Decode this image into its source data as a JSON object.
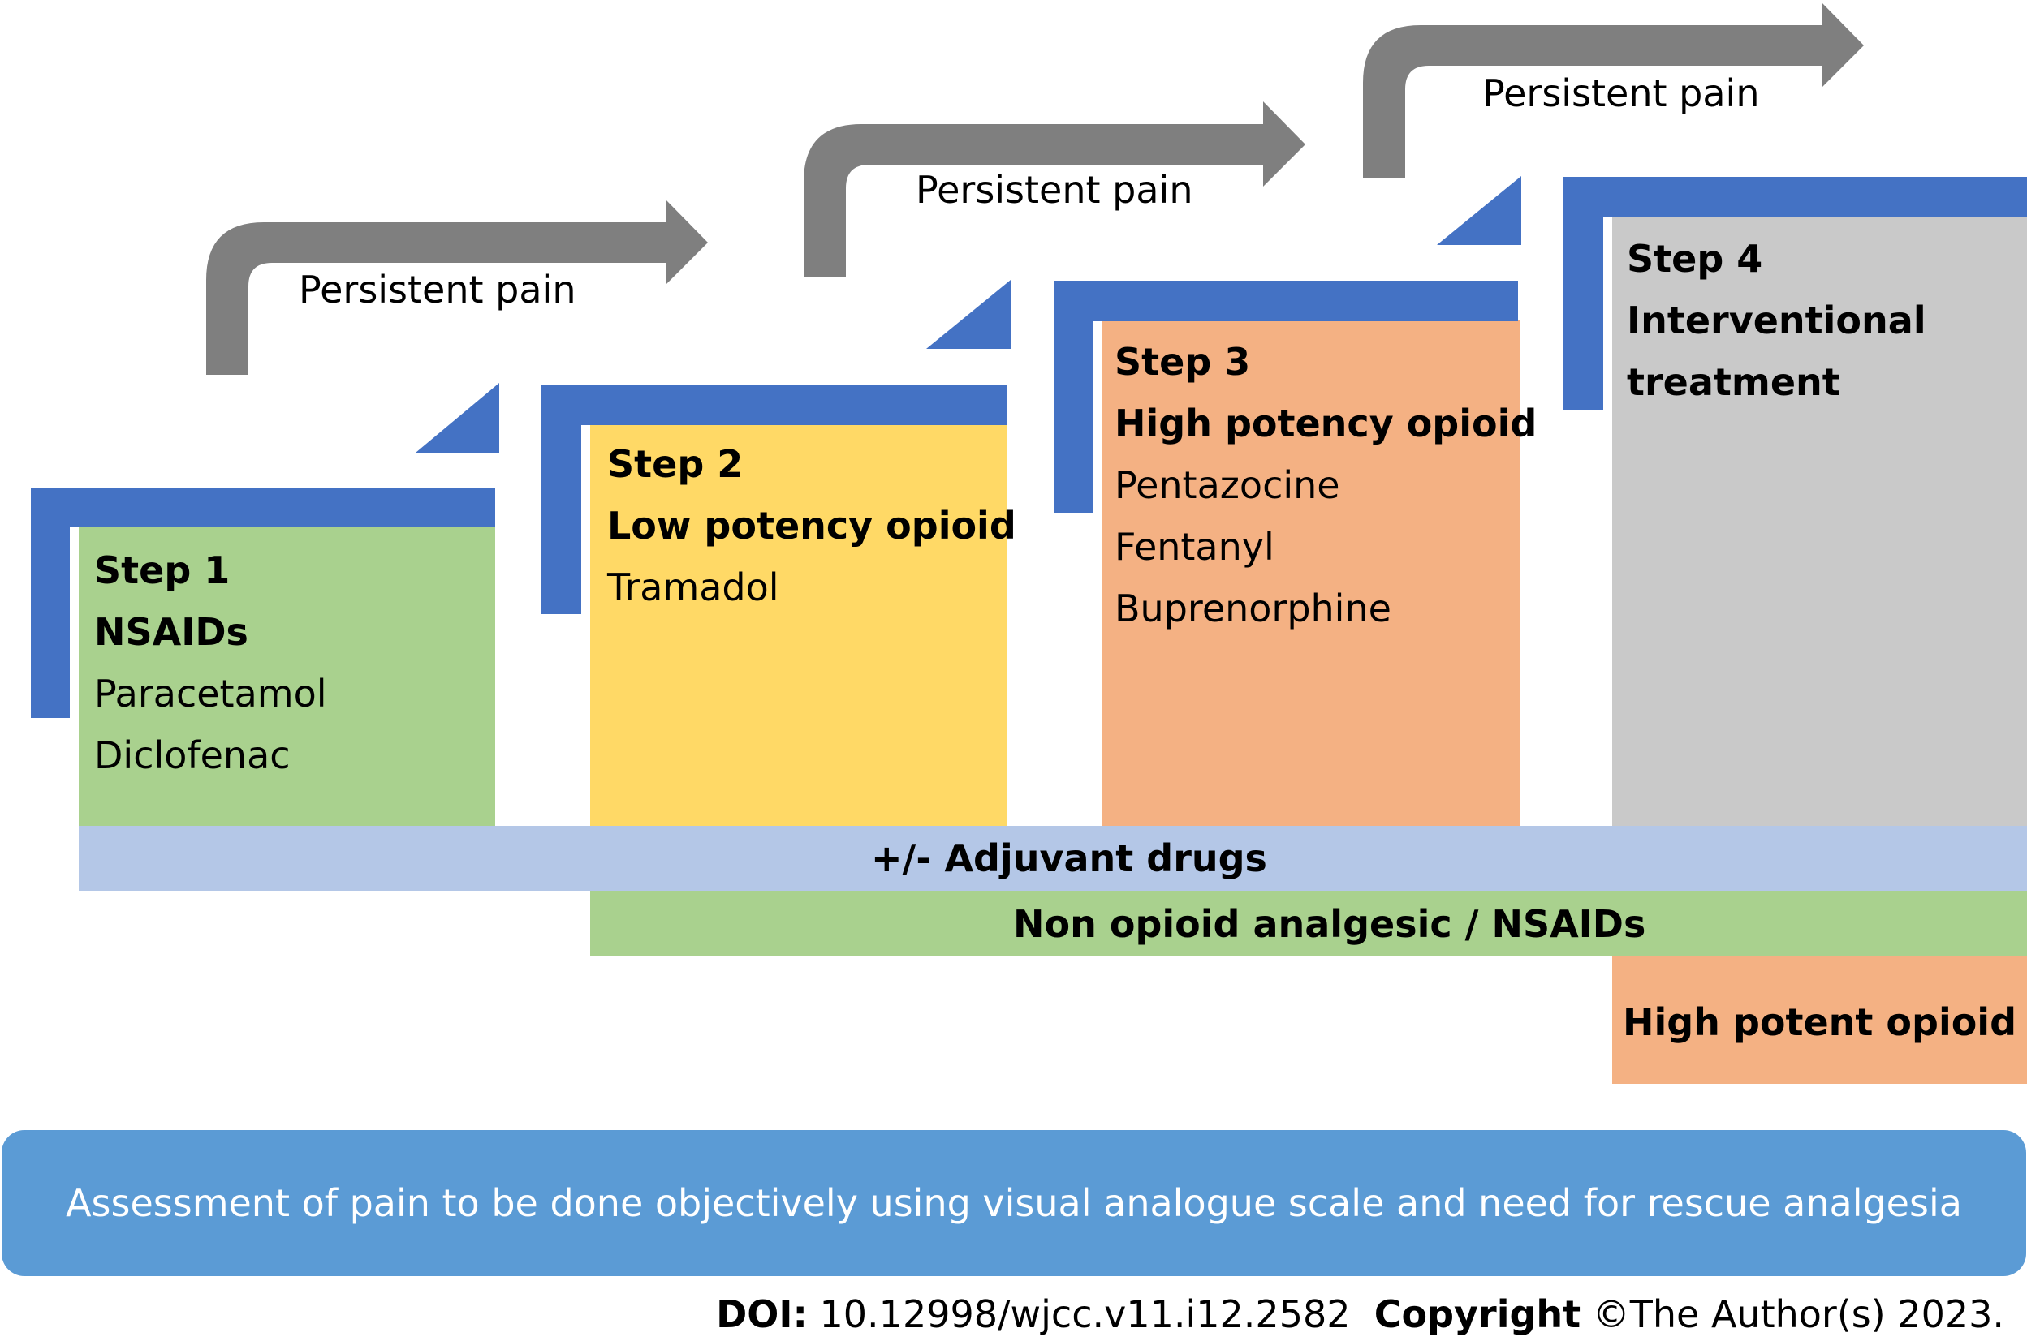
{
  "persistent_pain_label": "Persistent pain",
  "steps": [
    {
      "title": "Step 1",
      "subtitle": "NSAIDs",
      "drugs": [
        "Paracetamol",
        "Diclofenac"
      ],
      "color": "#a9d18e"
    },
    {
      "title": "Step 2",
      "subtitle": "Low potency opioid",
      "drugs": [
        "Tramadol"
      ],
      "color": "#ffd966"
    },
    {
      "title": "Step 3",
      "subtitle": "High potency opioid",
      "drugs": [
        "Pentazocine",
        "Fentanyl",
        "Buprenorphine"
      ],
      "color": "#f4b183"
    },
    {
      "title": "Step 4",
      "subtitle_lines": [
        "Interventional",
        "treatment"
      ],
      "color": "#c9c9c9"
    }
  ],
  "bands": {
    "adjuvant": {
      "label": "+/- Adjuvant drugs",
      "color": "#b4c7e7"
    },
    "non_opioid": {
      "label": "Non opioid analgesic / NSAIDs",
      "color": "#a9d18e"
    },
    "high_potent": {
      "label": "High potent opioid",
      "color": "#f4b183"
    }
  },
  "footer": {
    "assessment": "Assessment of pain to be done objectively using visual analogue scale and need for rescue analgesia"
  },
  "citation": {
    "doi_label": "DOI:",
    "doi_value": "10.12998/wjcc.v11.i12.2582",
    "copyright_label": "Copyright",
    "copyright_value": "©The Author(s) 2023."
  },
  "colors": {
    "step_bracket": "#4472c4",
    "arrow": "#7f7f7f"
  }
}
